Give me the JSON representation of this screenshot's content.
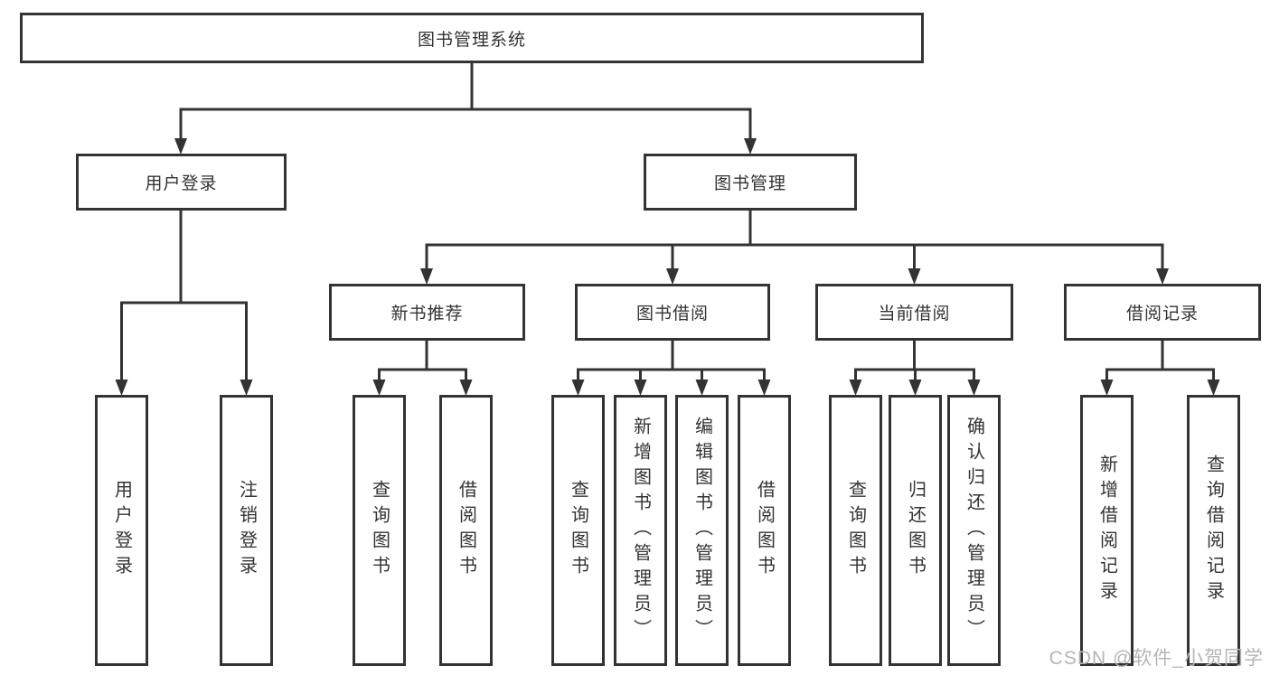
{
  "tree": {
    "label": "图书管理系统",
    "children": [
      {
        "label": "用户登录",
        "children": [
          {
            "label": "用户登录"
          },
          {
            "label": "注销登录"
          }
        ]
      },
      {
        "label": "图书管理",
        "children": [
          {
            "label": "新书推荐",
            "children": [
              {
                "label": "查询图书"
              },
              {
                "label": "借阅图书"
              }
            ]
          },
          {
            "label": "图书借阅",
            "children": [
              {
                "label": "查询图书"
              },
              {
                "label": "新增图书（管理员）"
              },
              {
                "label": "编辑图书（管理员）"
              },
              {
                "label": "借阅图书"
              }
            ]
          },
          {
            "label": "当前借阅",
            "children": [
              {
                "label": "查询图书"
              },
              {
                "label": "归还图书"
              },
              {
                "label": "确认归还（管理员）"
              }
            ]
          },
          {
            "label": "借阅记录",
            "children": [
              {
                "label": "新增借阅记录"
              },
              {
                "label": "查询借阅记录"
              }
            ]
          }
        ]
      }
    ]
  },
  "watermark": "CSDN @软件_小贺同学",
  "colors": {
    "line": "#333333",
    "box_background": "#ffffff",
    "text": "#333333",
    "watermark_text": "#b5b5b5"
  }
}
